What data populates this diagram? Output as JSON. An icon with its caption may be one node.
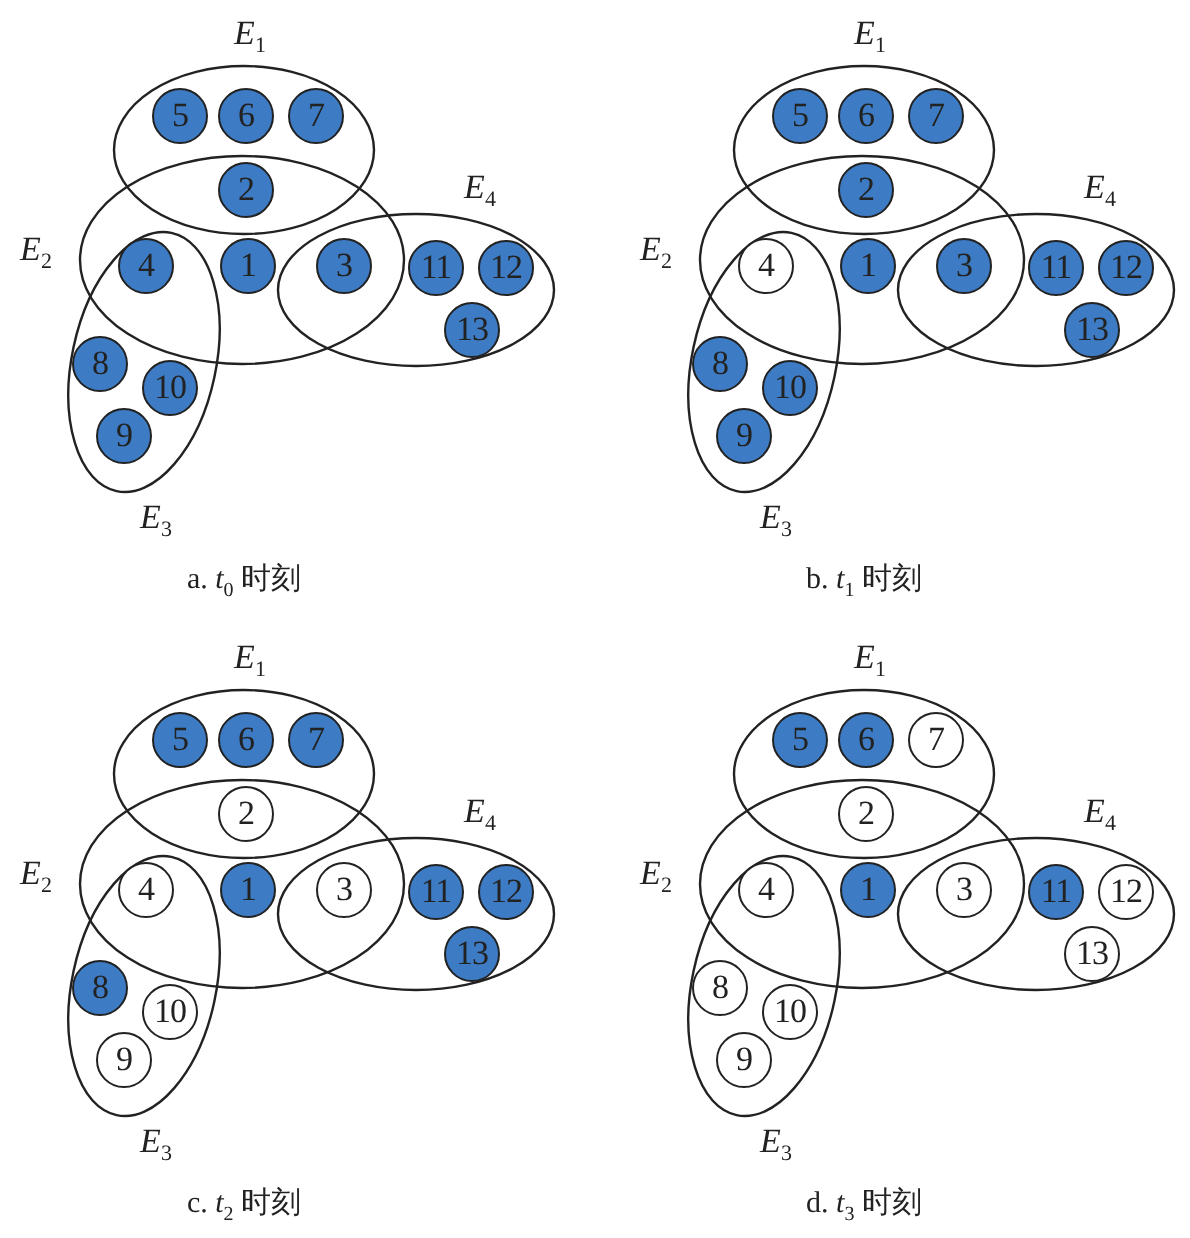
{
  "diagram": {
    "nodes": [
      {
        "text": [
          "*E*$_{1}$"
        ]
      },
      {
        "text": [
          "*E*$_{2}$"
        ]
      },
      {
        "text": [
          "*E*$_{3}$"
        ]
      },
      {
        "text": [
          "*E*$_{4}$"
        ]
      },
      {
        "text": [
          "5"
        ],
        "in": 0
      },
      {
        "text": [
          "6"
        ],
        "in": 0
      },
      {
        "text": [
          "7"
        ],
        "in": 0
      },
      {
        "text": [
          "2"
        ]
      },
      {
        "text": [
          "4"
        ]
      },
      {
        "text": [
          "1"
        ],
        "in": 1
      },
      {
        "text": [
          "3"
        ]
      },
      {
        "text": [
          "11"
        ],
        "in": 3
      },
      {
        "text": [
          "12"
        ],
        "in": 3
      },
      {
        "text": [
          "13"
        ],
        "in": 3
      },
      {
        "text": [
          "8"
        ],
        "in": 2
      },
      {
        "text": [
          "10"
        ],
        "in": 2
      },
      {
        "text": [
          "9"
        ],
        "in": 2
      },
      {
        "text": [
          "*E*$_{1}$"
        ]
      },
      {
        "text": [
          "*E*$_{2}$"
        ]
      },
      {
        "text": [
          "*E*$_{3}$"
        ]
      },
      {
        "text": [
          "*E*$_{4}$"
        ]
      },
      {
        "text": [
          "5"
        ],
        "in": 17
      },
      {
        "text": [
          "6"
        ],
        "in": 17
      },
      {
        "text": [
          "7"
        ],
        "in": 17
      },
      {
        "text": [
          "2"
        ]
      },
      {
        "text": [
          "4"
        ]
      },
      {
        "text": [
          "1"
        ],
        "in": 18
      },
      {
        "text": [
          "3"
        ]
      },
      {
        "text": [
          "11"
        ],
        "in": 20
      },
      {
        "text": [
          "12"
        ],
        "in": 20
      },
      {
        "text": [
          "13"
        ],
        "in": 20
      },
      {
        "text": [
          "8"
        ],
        "in": 19
      },
      {
        "text": [
          "10"
        ],
        "in": 19
      },
      {
        "text": [
          "9"
        ],
        "in": 19
      },
      {
        "text": [
          "*E*$_{1}$"
        ]
      },
      {
        "text": [
          "*E*$_{2}$"
        ]
      },
      {
        "text": [
          "*E*$_{3}$"
        ]
      },
      {
        "text": [
          "*E*$_{4}$"
        ]
      },
      {
        "text": [
          "5"
        ],
        "in": 34
      },
      {
        "text": [
          "6"
        ],
        "in": 34
      },
      {
        "text": [
          "7"
        ],
        "in": 34
      },
      {
        "text": [
          "2"
        ]
      },
      {
        "text": [
          "4"
        ]
      },
      {
        "text": [
          "1"
        ],
        "in": 35
      },
      {
        "text": [
          "3"
        ]
      },
      {
        "text": [
          "11"
        ],
        "in": 37
      },
      {
        "text": [
          "12"
        ],
        "in": 37
      },
      {
        "text": [
          "13"
        ],
        "in": 37
      },
      {
        "text": [
          "8"
        ],
        "in": 36
      },
      {
        "text": [
          "10"
        ],
        "in": 36
      },
      {
        "text": [
          "9"
        ],
        "in": 36
      },
      {
        "text": [
          "*E*$_{1}$"
        ]
      },
      {
        "text": [
          "*E*$_{2}$"
        ]
      },
      {
        "text": [
          "*E*$_{3}$"
        ]
      },
      {
        "text": [
          "*E*$_{4}$"
        ]
      },
      {
        "text": [
          "5"
        ],
        "in": 51
      },
      {
        "text": [
          "6"
        ],
        "in": 51
      },
      {
        "text": [
          "7"
        ],
        "in": 51
      },
      {
        "text": [
          "2"
        ]
      },
      {
        "text": [
          "4"
        ]
      },
      {
        "text": [
          "1"
        ],
        "in": 52
      },
      {
        "text": [
          "3"
        ]
      },
      {
        "text": [
          "11"
        ],
        "in": 54
      },
      {
        "text": [
          "12"
        ],
        "in": 54
      },
      {
        "text": [
          "13"
        ],
        "in": 54
      },
      {
        "text": [
          "8"
        ],
        "in": 53
      },
      {
        "text": [
          "10"
        ],
        "in": 53
      },
      {
        "text": [
          "9"
        ],
        "in": 53
      }
    ],
    "labels": [
      "a. *t*$_{0}$ 时刻",
      "b. *t*$_{1}$ 时刻",
      "c. *t*$_{2}$ 时刻",
      "d. *t*$_{3}$ 时刻"
    ]
  }
}
